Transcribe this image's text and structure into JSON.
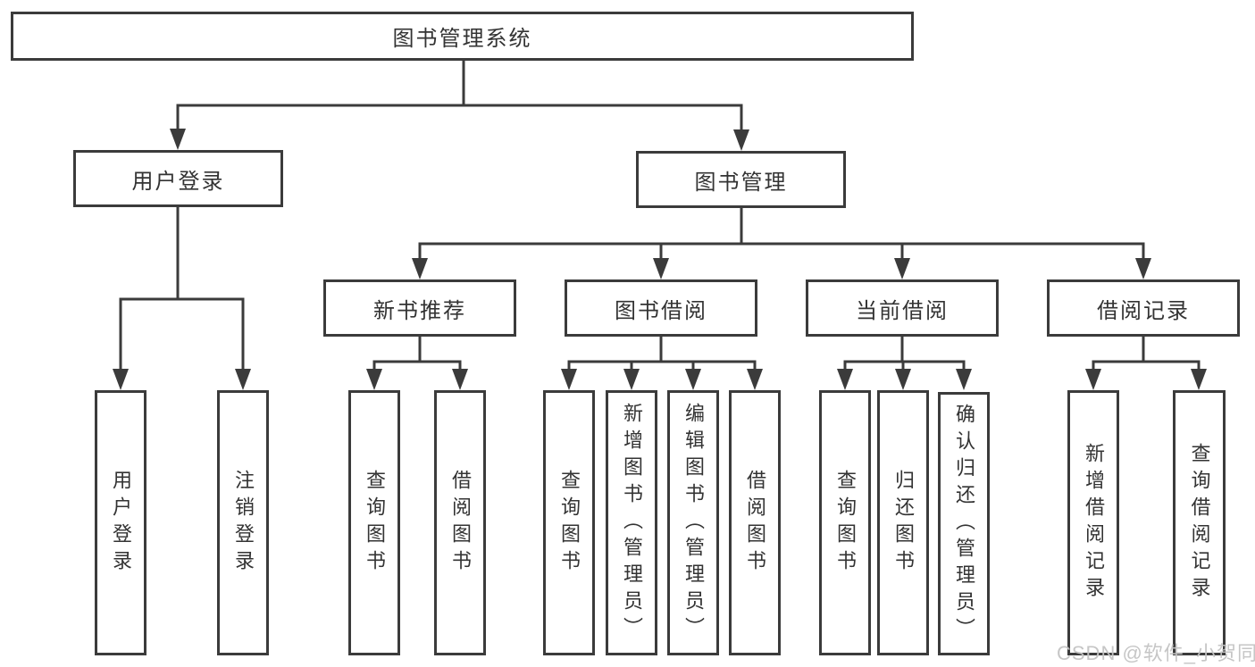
{
  "diagram": {
    "root": {
      "label": "图书管理系统",
      "children": [
        {
          "label": "用户登录",
          "children": [
            {
              "label": "用户登录"
            },
            {
              "label": "注销登录"
            }
          ]
        },
        {
          "label": "图书管理",
          "children": [
            {
              "label": "新书推荐",
              "children": [
                {
                  "label": "查询图书"
                },
                {
                  "label": "借阅图书"
                }
              ]
            },
            {
              "label": "图书借阅",
              "children": [
                {
                  "label": "查询图书"
                },
                {
                  "label": "新增图书（管理员）"
                },
                {
                  "label": "编辑图书（管理员）"
                },
                {
                  "label": "借阅图书"
                }
              ]
            },
            {
              "label": "当前借阅",
              "children": [
                {
                  "label": "查询图书"
                },
                {
                  "label": "归还图书"
                },
                {
                  "label": "确认归还（管理员）"
                }
              ]
            },
            {
              "label": "借阅记录",
              "children": [
                {
                  "label": "新增借阅记录"
                },
                {
                  "label": "查询借阅记录"
                }
              ]
            }
          ]
        }
      ]
    }
  },
  "watermark": {
    "text": "CSDN @软件_小贺同学"
  },
  "colors": {
    "line": "#3b3b3b",
    "text": "#333333",
    "background": "#ffffff",
    "watermark": "#c3c3c3"
  }
}
